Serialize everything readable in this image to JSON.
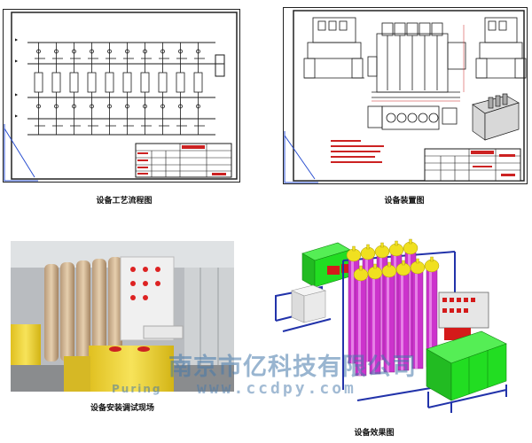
{
  "captions": {
    "process_flow": "设备工艺流程图",
    "layout": "设备装置图",
    "installation": "设备安装调试现场",
    "rendering": "设备效果图"
  },
  "watermark": {
    "cn_text": "南京市亿科技有限公司",
    "url_text": "www.ccdpy.com",
    "logo_text": "Puring"
  },
  "colors": {
    "cad_line": "#1a1a1a",
    "cad_title_red": "#cc2222",
    "cad_blue_corner": "#2a4fd0",
    "column_magenta": "#cc33cc",
    "column_cap_yellow": "#f0e020",
    "tank_green": "#22dd22",
    "frame_blue": "#2233aa"
  }
}
